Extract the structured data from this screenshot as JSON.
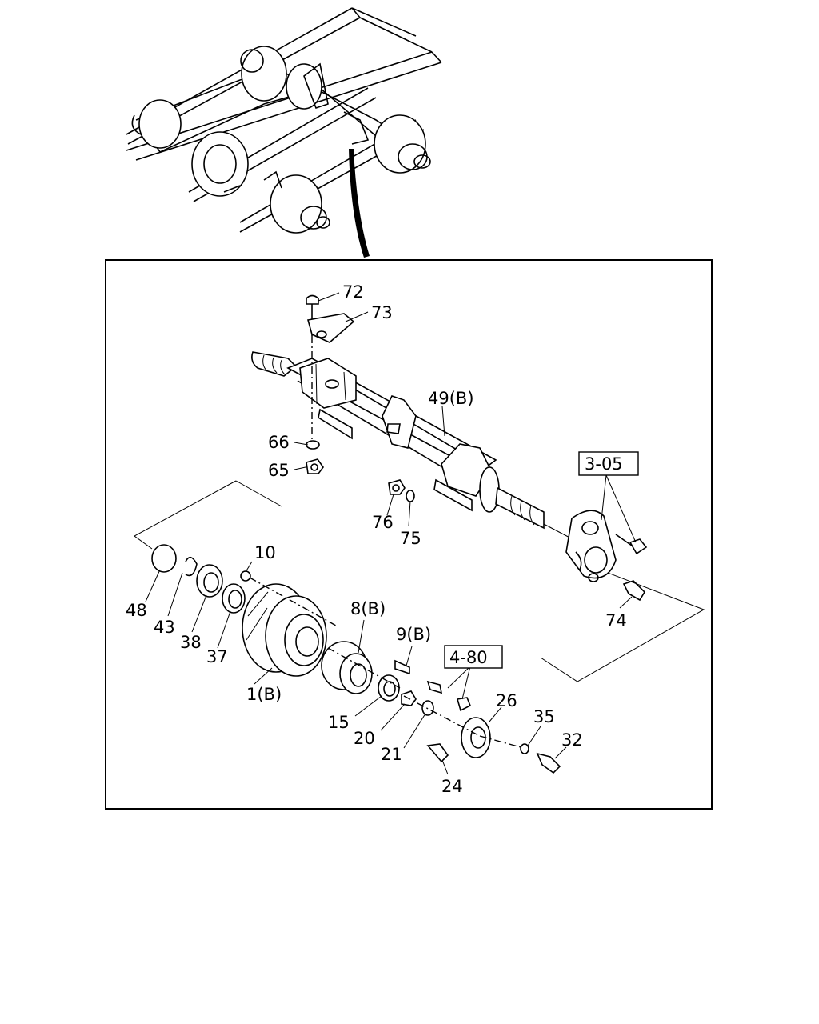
{
  "part_labels": {
    "p72": "72",
    "p73": "73",
    "p49": "49(B)",
    "p66": "66",
    "p65": "65",
    "p76": "76",
    "p75": "75",
    "p10": "10",
    "p48": "48",
    "p43": "43",
    "p38": "38",
    "p37": "37",
    "p1": "1(B)",
    "p8": "8(B)",
    "p9": "9(B)",
    "p15": "15",
    "p20": "20",
    "p21": "21",
    "p24": "24",
    "p26": "26",
    "p35": "35",
    "p32": "32",
    "p74": "74"
  },
  "reference_boxes": {
    "ref305": "3-05",
    "ref480": "4-80"
  }
}
